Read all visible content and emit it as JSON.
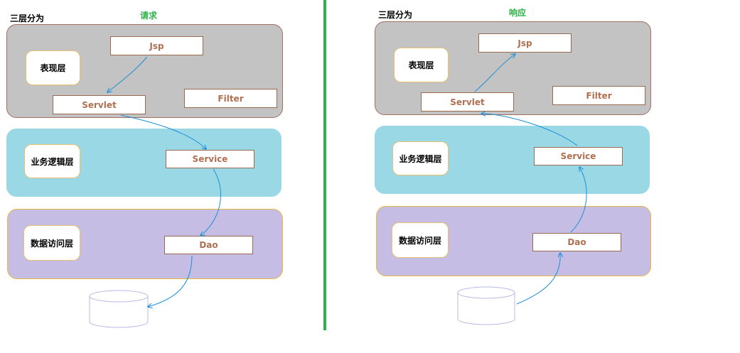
{
  "left": {
    "title": "三层分为",
    "subtitle": "请求",
    "presentation_label": "表现层",
    "business_label": "业务逻辑层",
    "data_label": "数据访问层",
    "jsp": "Jsp",
    "servlet": "Servlet",
    "filter": "Filter",
    "service": "Service",
    "dao": "Dao"
  },
  "right": {
    "title": "三层分为",
    "subtitle": "响应",
    "presentation_label": "表现层",
    "business_label": "业务逻辑层",
    "data_label": "数据访问层",
    "jsp": "Jsp",
    "servlet": "Servlet",
    "filter": "Filter",
    "service": "Service",
    "dao": "Dao"
  },
  "colors": {
    "presentation_layer": "#c3c3c3",
    "business_layer": "#9ad8e6",
    "data_layer": "#c5bde4",
    "divider": "#2eb34a",
    "arrow": "#1a8fd8",
    "box_text": "#b07050"
  }
}
